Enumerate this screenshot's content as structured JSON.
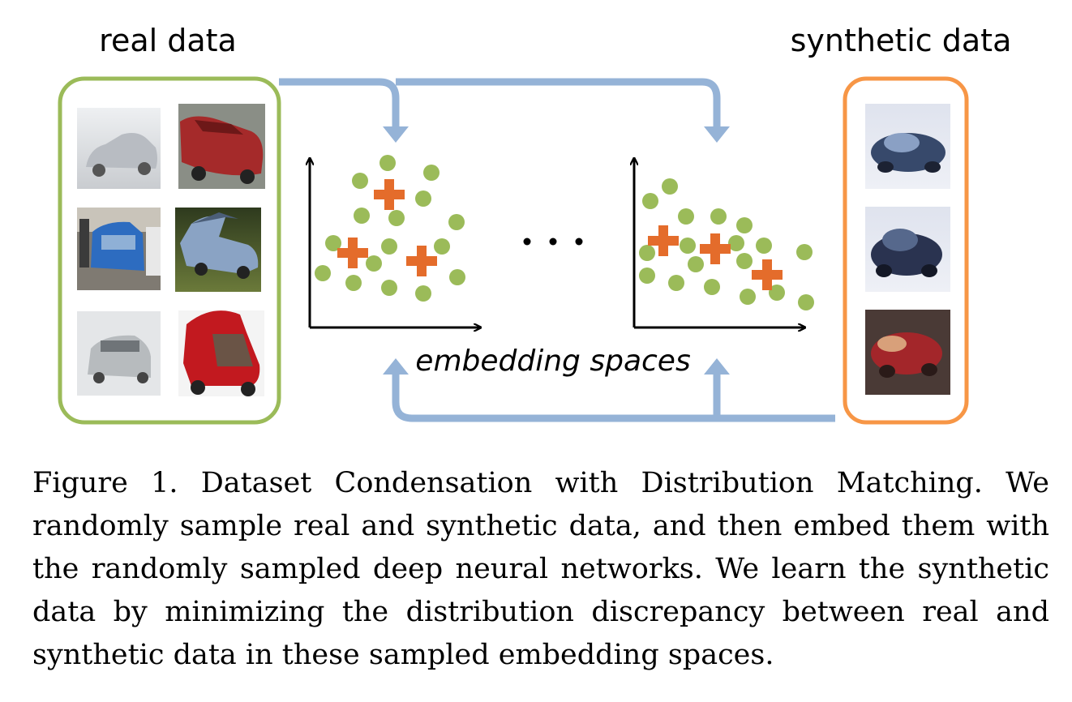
{
  "figure": {
    "real_title": "real data",
    "synthetic_title": "synthetic data",
    "embedding_label": "embedding spaces",
    "ellipsis": "· · ·",
    "colors": {
      "real_border": "#9bbb59",
      "synthetic_border": "#f79646",
      "arrow_flow": "#95b3d7",
      "real_point": "#9bbb59",
      "synthetic_point": "#e46c2b"
    }
  },
  "caption": {
    "text": "Figure 1. Dataset Condensation with Distribution Matching. We randomly sample real and synthetic data, and then embed them with the randomly sampled deep neural networks. We learn the synthetic data by minimizing the distribution discrepancy between real and synthetic data in these sampled embedding spaces."
  }
}
